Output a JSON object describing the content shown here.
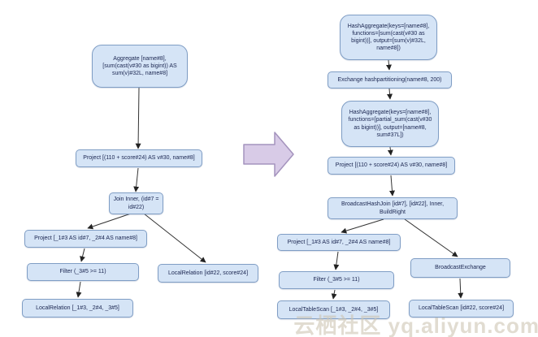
{
  "colors": {
    "node_fill": "#d5e4f6",
    "node_border": "#7f9dc4",
    "node_text": "#1a2550",
    "connector": "#333333",
    "transform_arrow_fill": "#d8cbe7",
    "transform_arrow_border": "#a493bd",
    "watermark_text": "#cdc4b2"
  },
  "left_plan": {
    "nodes": {
      "aggregate": {
        "label": "Aggregate [name#8], [sum(cast(v#30 as bigint)) AS sum(v)#32L, name#8]"
      },
      "project_top": {
        "label": "Project [(110 + score#24) AS v#30, name#8]"
      },
      "join": {
        "label": "Join Inner, (id#7 = id#22)"
      },
      "project_left": {
        "label": "Project [_1#3 AS id#7, _2#4 AS name#8]"
      },
      "filter": {
        "label": "Filter (_3#5 >= 11)"
      },
      "local_relation_left": {
        "label": "LocalRelation [_1#3, _2#4, _3#5]"
      },
      "local_relation_right": {
        "label": "LocalRelation [id#22, score#24]"
      }
    }
  },
  "right_plan": {
    "nodes": {
      "hash_aggregate_final": {
        "label": "HashAggregate(keys=[name#8], functions=[sum(cast(v#30 as bigint))], output=[sum(v)#32L, name#8])"
      },
      "exchange": {
        "label": "Exchange hashpartitioning(name#8, 200)"
      },
      "hash_aggregate_partial": {
        "label": "HashAggregate(keys=[name#8], functions=[partial_sum(cast(v#30 as bigint))], output=[name#8, sum#37L])"
      },
      "project_top": {
        "label": "Project [(110 + score#24) AS v#30, name#8]"
      },
      "broadcast_hash_join": {
        "label": "BroadcastHashJoin [id#7], [id#22], Inner, BuildRight"
      },
      "project_left": {
        "label": "Project [_1#3 AS id#7, _2#4 AS name#8]"
      },
      "filter": {
        "label": "Filter (_3#5 >= 11)"
      },
      "local_table_scan_left": {
        "label": "LocalTableScan [_1#3, _2#4, _3#5]"
      },
      "broadcast_exchange": {
        "label": "BroadcastExchange"
      },
      "local_table_scan_right": {
        "label": "LocalTableScan [id#22, score#24]"
      }
    }
  },
  "watermark": {
    "text": "云栖社区 yq.aliyun.com"
  }
}
